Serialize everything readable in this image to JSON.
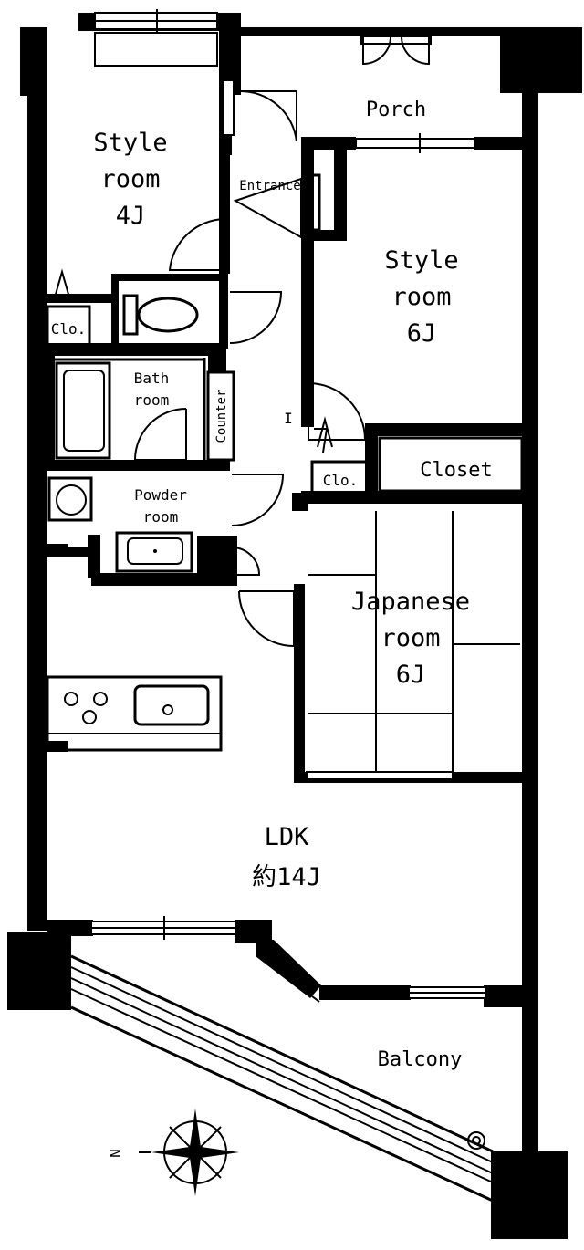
{
  "rooms": {
    "style_room_4j": [
      "Style",
      "room",
      "4J"
    ],
    "porch": "Porch",
    "entrance": "Entrance",
    "style_room_6j": [
      "Style",
      "room",
      "6J"
    ],
    "closet_small_left": "Clo.",
    "bath_room": [
      "Bath",
      "room"
    ],
    "counter": "Counter",
    "closet_small_mid": "Clo.",
    "closet": "Closet",
    "powder_room": [
      "Powder",
      "room"
    ],
    "japanese_room": [
      "Japanese",
      "room",
      "6J"
    ],
    "ldk": [
      "LDK",
      "約14J"
    ],
    "balcony": "Balcony"
  },
  "corridor_mark": "I",
  "compass": {
    "north_label": "N"
  },
  "colors": {
    "wall": "#000000",
    "background": "#ffffff"
  }
}
